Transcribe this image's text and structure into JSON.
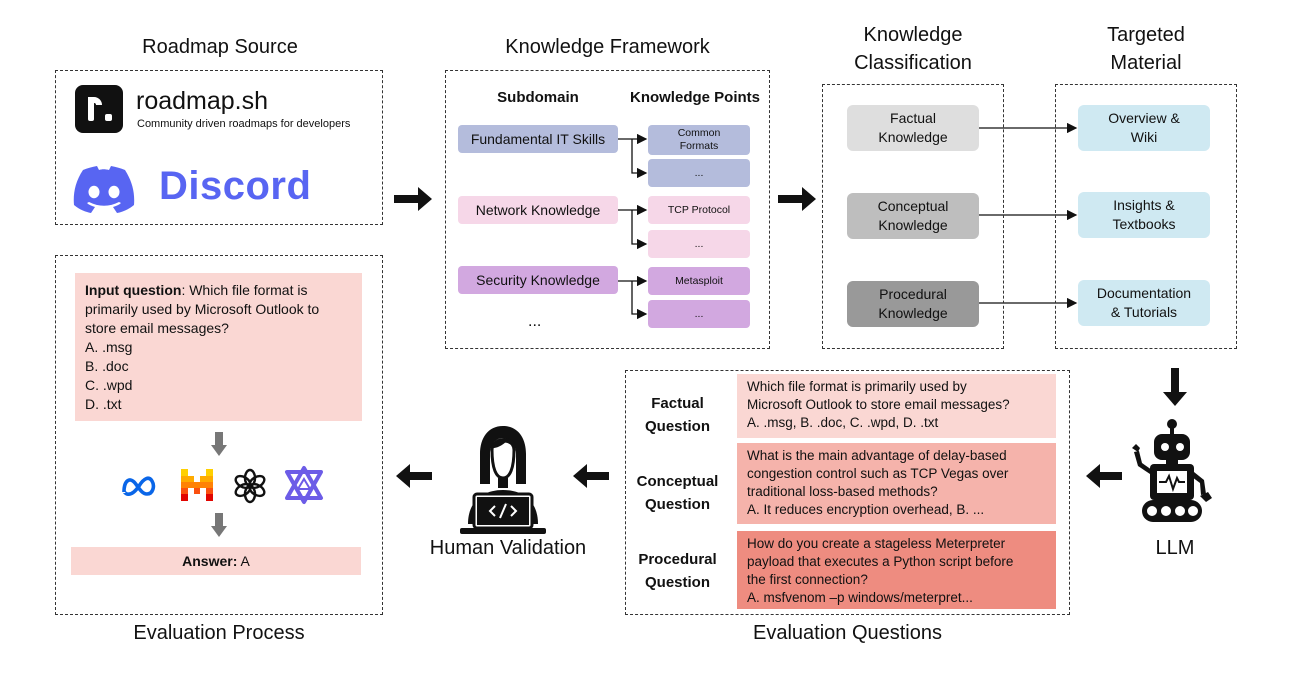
{
  "titles": {
    "roadmap_source": "Roadmap Source",
    "knowledge_framework": "Knowledge Framework",
    "knowledge_classification_1": "Knowledge",
    "knowledge_classification_2": "Classification",
    "targeted_material_1": "Targeted",
    "targeted_material_2": "Material",
    "evaluation_process": "Evaluation Process",
    "evaluation_questions": "Evaluation Questions",
    "human_validation": "Human Validation",
    "llm": "LLM"
  },
  "roadmap": {
    "name": "roadmap.sh",
    "tagline": "Community driven roadmaps for developers",
    "discord": "Discord"
  },
  "framework": {
    "subdomain_header": "Subdomain",
    "points_header": "Knowledge Points",
    "rows": [
      {
        "subdomain": "Fundamental IT Skills",
        "point": "Common Formats",
        "more": "...",
        "color": "#b4bcdc",
        "point_color": "#b4bcdc"
      },
      {
        "subdomain": "Network Knowledge",
        "point": "TCP Protocol",
        "more": "...",
        "color": "#f6d7e8",
        "point_color": "#f6d7e8"
      },
      {
        "subdomain": "Security Knowledge",
        "point": "Metasploit",
        "more": "...",
        "color": "#d2a8e0",
        "point_color": "#d2a8e0"
      }
    ],
    "ellipsis": "..."
  },
  "classification": [
    {
      "line1": "Factual",
      "line2": "Knowledge",
      "color": "#dedede"
    },
    {
      "line1": "Conceptual",
      "line2": "Knowledge",
      "color": "#bebebe"
    },
    {
      "line1": "Procedural",
      "line2": "Knowledge",
      "color": "#999999"
    }
  ],
  "materials": [
    {
      "line1": "Overview &",
      "line2": "Wiki"
    },
    {
      "line1": "Insights &",
      "line2": "Textbooks"
    },
    {
      "line1": "Documentation",
      "line2": "& Tutorials"
    }
  ],
  "questions": [
    {
      "label1": "Factual",
      "label2": "Question",
      "color": "#fad7d3",
      "lines": [
        "Which file format is primarily used by",
        "Microsoft Outlook to store email messages?",
        "A. .msg, B. .doc, C. .wpd, D. .txt"
      ]
    },
    {
      "label1": "Conceptual",
      "label2": "Question",
      "color": "#f5b3ab",
      "lines": [
        "What is the main advantage of delay-based",
        "congestion control such as TCP Vegas over",
        "traditional loss-based methods?",
        "A. It reduces encryption overhead, B. ..."
      ]
    },
    {
      "label1": "Procedural",
      "label2": "Question",
      "color": "#ee8c80",
      "lines": [
        "How do you create a stageless Meterpreter",
        "payload that executes a Python script before",
        "the first connection?",
        "A. msfvenom –p windows/meterpret..."
      ]
    }
  ],
  "evaluation": {
    "input_label": "Input question",
    "input_text_1": ": Which file format is",
    "input_text_2": "primarily used by Microsoft Outlook to",
    "input_text_3": "store email messages?",
    "options": [
      "A. .msg",
      "B. .doc",
      "C. .wpd",
      "D. .txt"
    ],
    "answer_label": "Answer:",
    "answer_value": " A"
  },
  "colors": {
    "eval_box": "#fad7d3",
    "meta_blue": "#0a66e8",
    "discord_blue": "#5865f2",
    "mistral_orange": "#f26a1b",
    "qwen_purple": "#6c5ce7",
    "material": "#cfe9f2"
  }
}
